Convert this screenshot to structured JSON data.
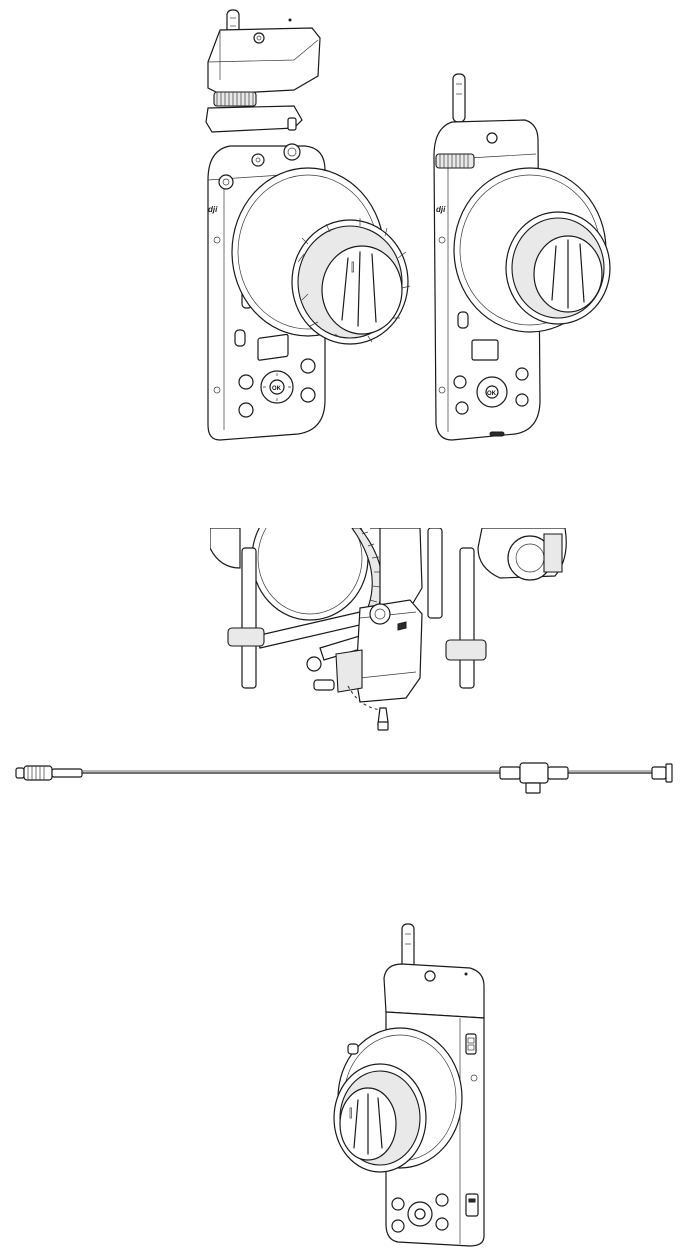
{
  "illustrations": {
    "controller_mount": {
      "brand_logo": "dji",
      "ok_label": "OK"
    },
    "controller_mounted": {
      "brand_logo": "dji",
      "ok_label": "OK"
    },
    "motor_rig": {},
    "cable": {},
    "controller_angled": {}
  }
}
